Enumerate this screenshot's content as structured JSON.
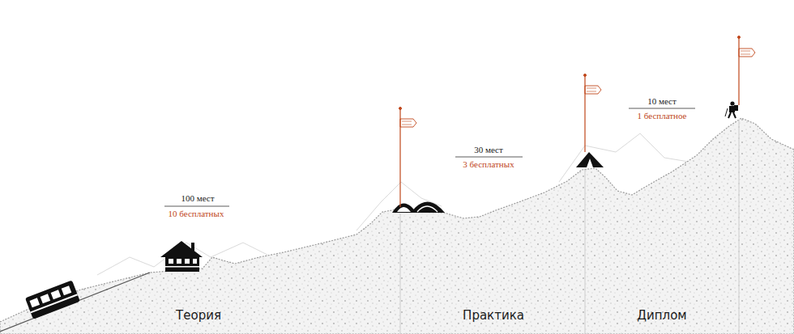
{
  "diagram": {
    "labels": [
      "100 мест",
      "10 бесплатных",
      "30 мест",
      "3 бесплатных",
      "10 мест",
      "1 бесплатное",
      "Теория",
      "Практика",
      "Диплом"
    ]
  }
}
